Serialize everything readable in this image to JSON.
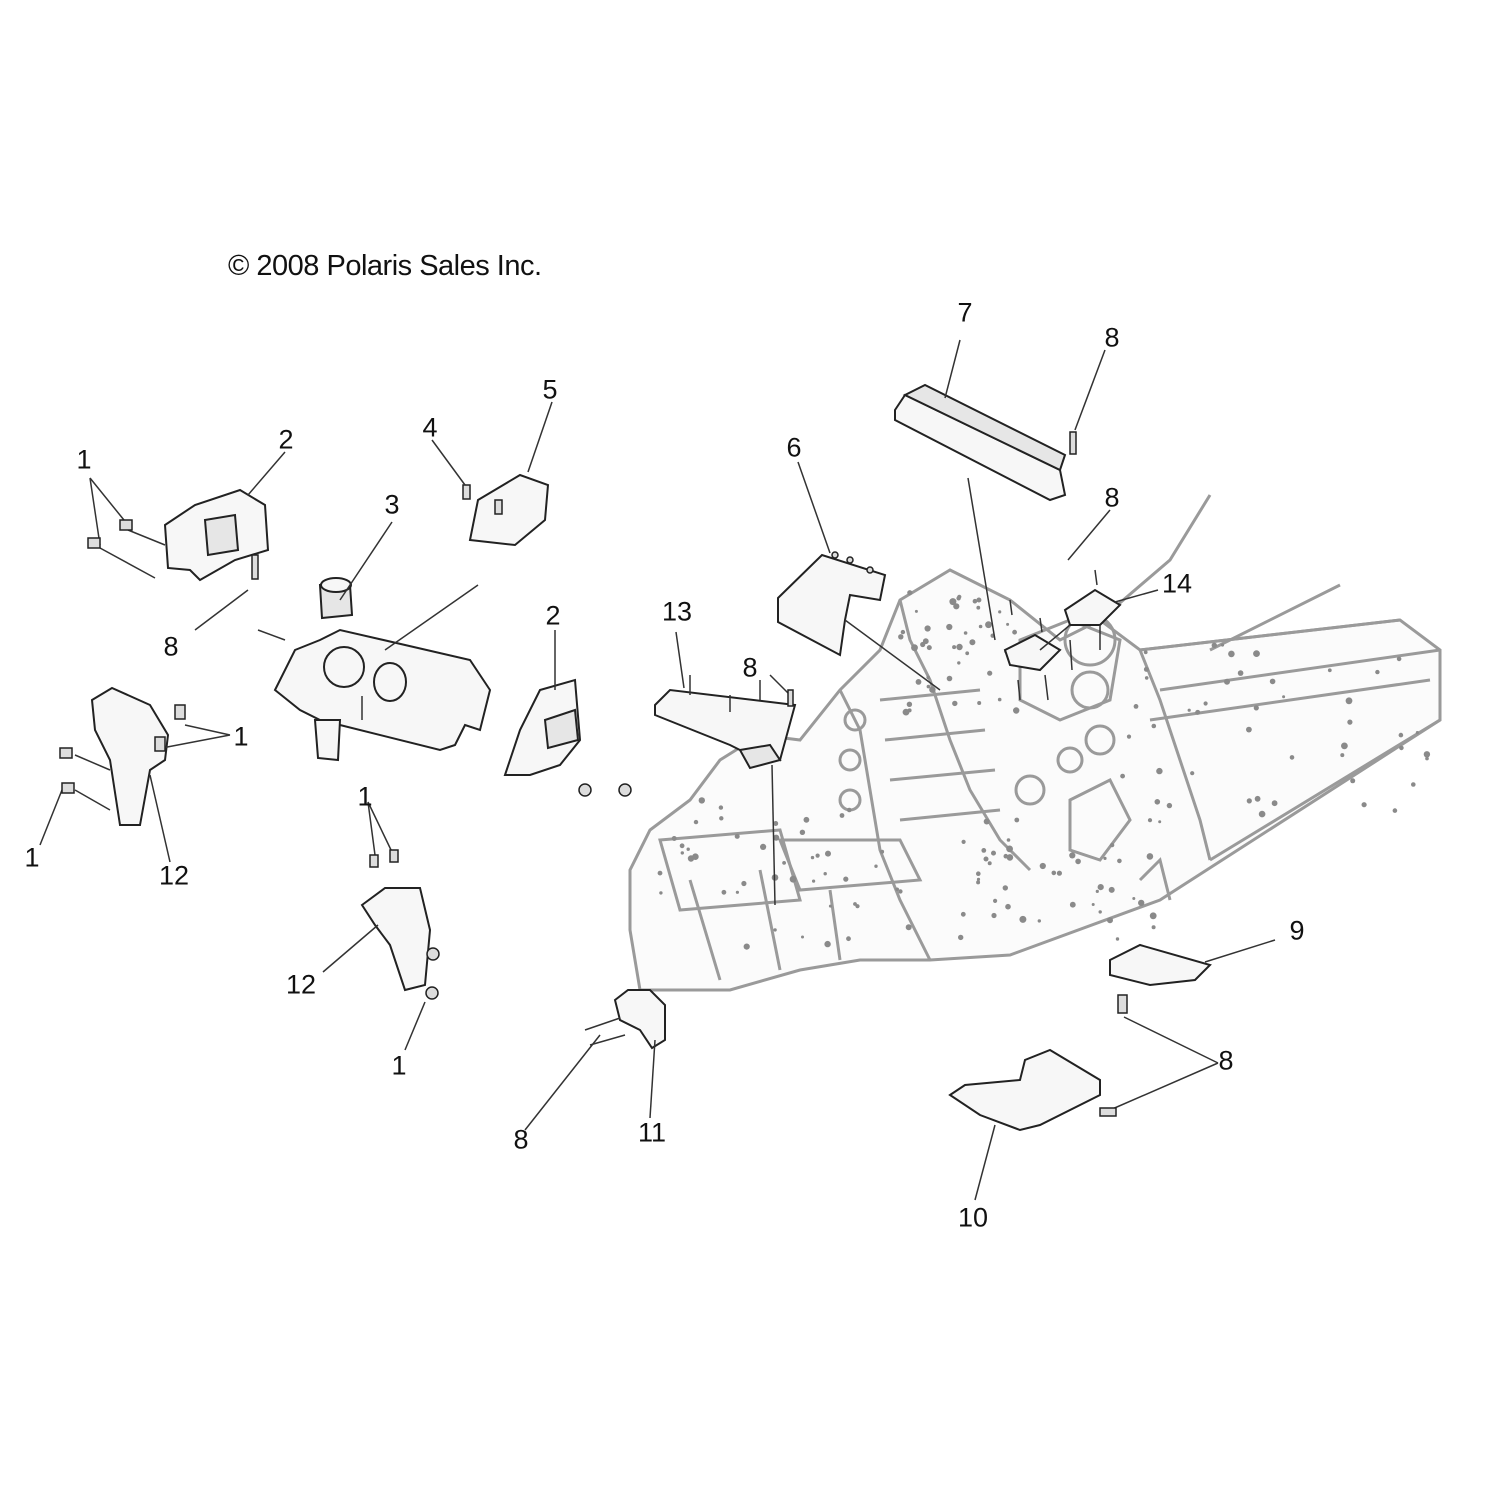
{
  "copyright": "© 2008 Polaris Sales Inc.",
  "callouts": [
    {
      "id": "c1a",
      "text": "1"
    },
    {
      "id": "c2a",
      "text": "2"
    },
    {
      "id": "c3",
      "text": "3"
    },
    {
      "id": "c4",
      "text": "4"
    },
    {
      "id": "c5",
      "text": "5"
    },
    {
      "id": "c6",
      "text": "6"
    },
    {
      "id": "c7",
      "text": "7"
    },
    {
      "id": "c8a",
      "text": "8"
    },
    {
      "id": "c8b",
      "text": "8"
    },
    {
      "id": "c8c",
      "text": "8"
    },
    {
      "id": "c8d",
      "text": "8"
    },
    {
      "id": "c2b",
      "text": "2"
    },
    {
      "id": "c13",
      "text": "13"
    },
    {
      "id": "c14",
      "text": "14"
    },
    {
      "id": "c1b",
      "text": "1"
    },
    {
      "id": "c1c",
      "text": "1"
    },
    {
      "id": "c12a",
      "text": "12"
    },
    {
      "id": "c1d",
      "text": "1"
    },
    {
      "id": "c12b",
      "text": "12"
    },
    {
      "id": "c1e",
      "text": "1"
    },
    {
      "id": "c9",
      "text": "9"
    },
    {
      "id": "c8e",
      "text": "8"
    },
    {
      "id": "c8f",
      "text": "8"
    },
    {
      "id": "c11",
      "text": "11"
    },
    {
      "id": "c10",
      "text": "10"
    }
  ]
}
